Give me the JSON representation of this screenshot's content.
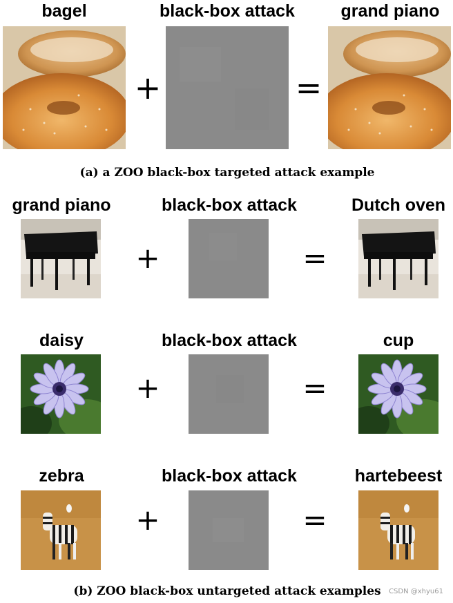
{
  "panel_a": {
    "source_label": "bagel",
    "attack_label": "black-box attack",
    "target_label": "grand piano",
    "plus": "+",
    "equals": "=",
    "caption": "(a) a ZOO black-box targeted attack example"
  },
  "panel_b": {
    "rows": [
      {
        "source_label": "grand piano",
        "attack_label": "black-box attack",
        "result_label": "Dutch oven",
        "plus": "+",
        "equals": "="
      },
      {
        "source_label": "daisy",
        "attack_label": "black-box attack",
        "result_label": "cup",
        "plus": "+",
        "equals": "="
      },
      {
        "source_label": "zebra",
        "attack_label": "black-box attack",
        "result_label": "hartebeest",
        "plus": "+",
        "equals": "="
      }
    ],
    "caption": "(b) ZOO black-box untargeted attack examples"
  },
  "watermark": "CSDN @xhyu61"
}
